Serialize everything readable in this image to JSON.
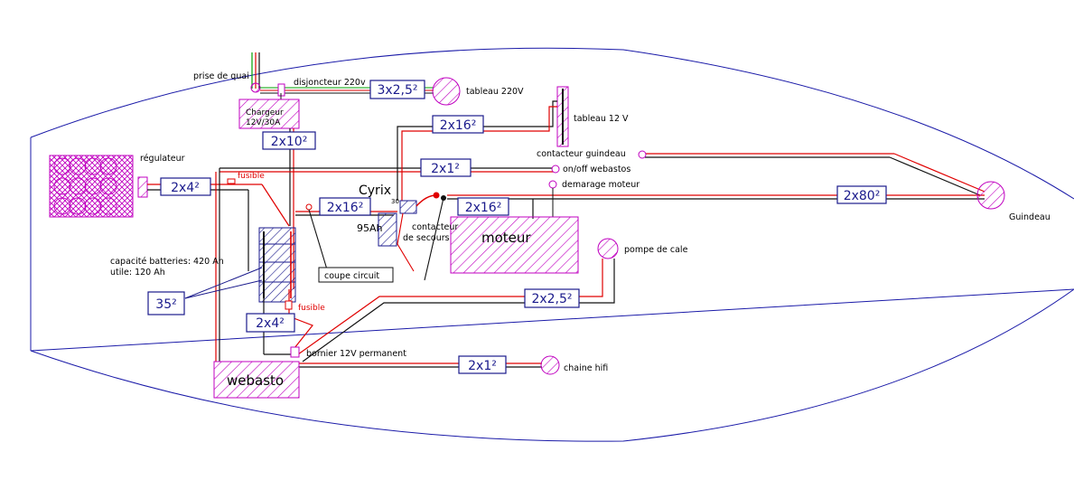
{
  "labels": {
    "prise_quai": "prise de quai",
    "disjoncteur": "disjoncteur 220v",
    "tableau_220": "tableau 220V",
    "chargeur_l1": "Chargeur",
    "chargeur_l2": "12V/30A",
    "tableau_12": "tableau 12 V",
    "regulateur": "régulateur",
    "fusible_top": "fusible",
    "fusible_bottom": "fusible",
    "contacteur_guindeau": "contacteur guindeau",
    "onoff_webastos": "on/off webastos",
    "demarrage_moteur": "demarage moteur",
    "cyrix": "Cyrix",
    "ah95": "95Ah",
    "contacteur_l1": "contacteur",
    "contacteur_l2": "de secours",
    "guindeau": "Guindeau",
    "moteur": "moteur",
    "pompe_cale": "pompe de cale",
    "capacite_l1": "capacité batteries: 420 Ah",
    "capacite_l2": "utile: 120 Ah",
    "coupe_circuit": "coupe circuit",
    "bornier": "bornier 12V permanent",
    "chaine_hifi": "chaine hifi",
    "webasto": "webasto",
    "terminal_30": "30"
  },
  "gauges": {
    "g_3x2_5": "3x2,5²",
    "g_2x16_top": "2x16²",
    "g_2x10": "2x10²",
    "g_2x1_top": "2x1²",
    "g_2x4_top": "2x4²",
    "g_2x16_left": "2x16²",
    "g_2x16_right": "2x16²",
    "g_2x80": "2x80²",
    "g_35": "35²",
    "g_2x2_5": "2x2,5²",
    "g_2x4_bottom": "2x4²",
    "g_2x1_bottom": "2x1²"
  },
  "colors": {
    "hull": "#1a1aa8",
    "wire_red": "#e00000",
    "wire_black": "#111111",
    "component": "#c000c0",
    "battery": "#1a1a8c",
    "shore_green": "#00a000"
  }
}
